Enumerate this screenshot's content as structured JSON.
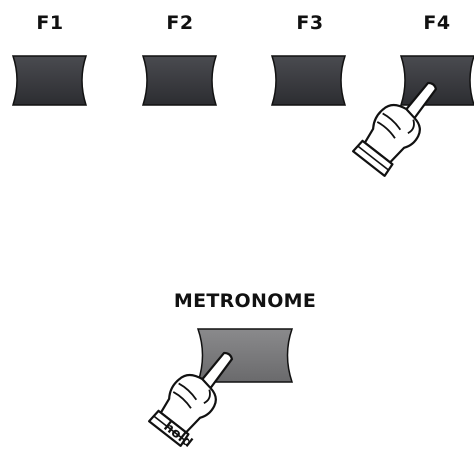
{
  "function_keys": [
    {
      "label": "F1"
    },
    {
      "label": "F2"
    },
    {
      "label": "F3"
    },
    {
      "label": "F4"
    }
  ],
  "metronome": {
    "label": "METRONOME"
  },
  "hand_hint": {
    "hold_label": "hold"
  },
  "colors": {
    "function_key_fill": "#3b3c40",
    "metronome_key_fill": "#7a7a7c",
    "key_outline": "#111111"
  }
}
